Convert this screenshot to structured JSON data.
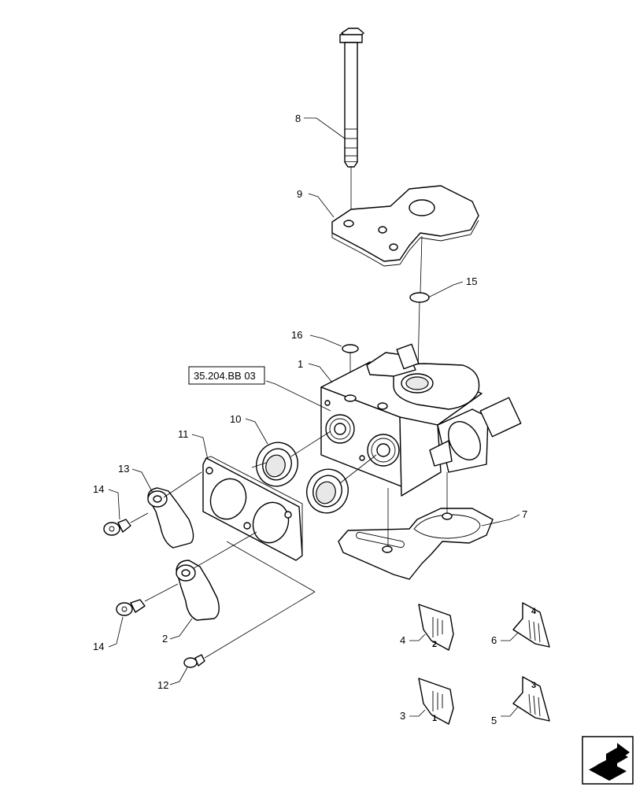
{
  "callouts": {
    "c1": "1",
    "c2": "2",
    "c3": "3",
    "c4": "4",
    "c5": "5",
    "c6": "6",
    "c7": "7",
    "c8": "8",
    "c9": "9",
    "c10": "10",
    "c11": "11",
    "c12": "12",
    "c13": "13",
    "c14a": "14",
    "c14b": "14",
    "c15": "15",
    "c16": "16"
  },
  "reference_box": "35.204.BB 03",
  "decal_numbers": {
    "d4_top": "2",
    "d3_top": "1",
    "d6_top": "4",
    "d5_top": "3"
  },
  "nav_icon": "next-page-arrow-icon"
}
